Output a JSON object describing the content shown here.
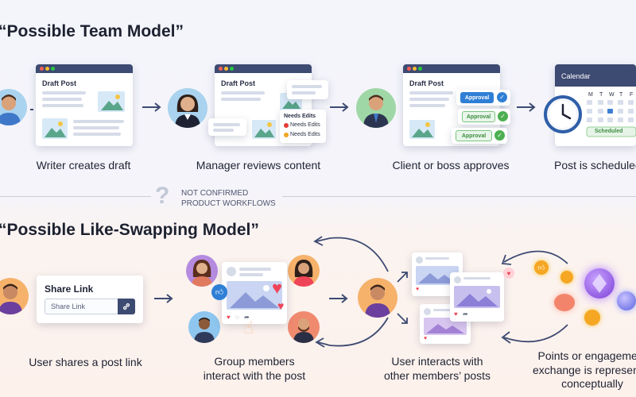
{
  "team_model": {
    "title": "“Possible Team Model”",
    "steps": [
      {
        "caption": "Writer creates draft",
        "window_title": "Draft Post"
      },
      {
        "caption": "Manager reviews content",
        "window_title": "Draft Post",
        "notes_title": "Needs Edits",
        "notes": [
          "Needs Edits",
          "Needs Edits"
        ]
      },
      {
        "caption": "Client or boss approves",
        "window_title": "Draft Post",
        "approvals": [
          "Approval",
          "Approval",
          "Approval"
        ]
      },
      {
        "caption": "Post is scheduled",
        "window_title": "Calendar",
        "badge": "Scheduled"
      }
    ]
  },
  "divider": {
    "line1": "NOT CONFIRMED",
    "line2": "PRODUCT WORKFLOWS",
    "icon": "question-icon"
  },
  "like_model": {
    "title": "“Possible Like-Swapping Model”",
    "share_card": {
      "title": "Share Link",
      "input_value": "Share Link",
      "icon": "link-icon"
    },
    "steps": [
      {
        "caption": "User shares a post link"
      },
      {
        "caption_line1": "Group members",
        "caption_line2": "interact with the post"
      },
      {
        "caption_line1": "User interacts with",
        "caption_line2": "other members’ posts"
      },
      {
        "caption_line1": "Points or engagement",
        "caption_line2": "exchange is represented",
        "caption_line3": "conceptually"
      }
    ]
  },
  "colors": {
    "window_bar": "#3d4a72",
    "approval_blue": "#2f7fd6",
    "approval_green": "#4caf50",
    "heart_red": "#ef4458",
    "like_blue": "#2f7fd6"
  }
}
